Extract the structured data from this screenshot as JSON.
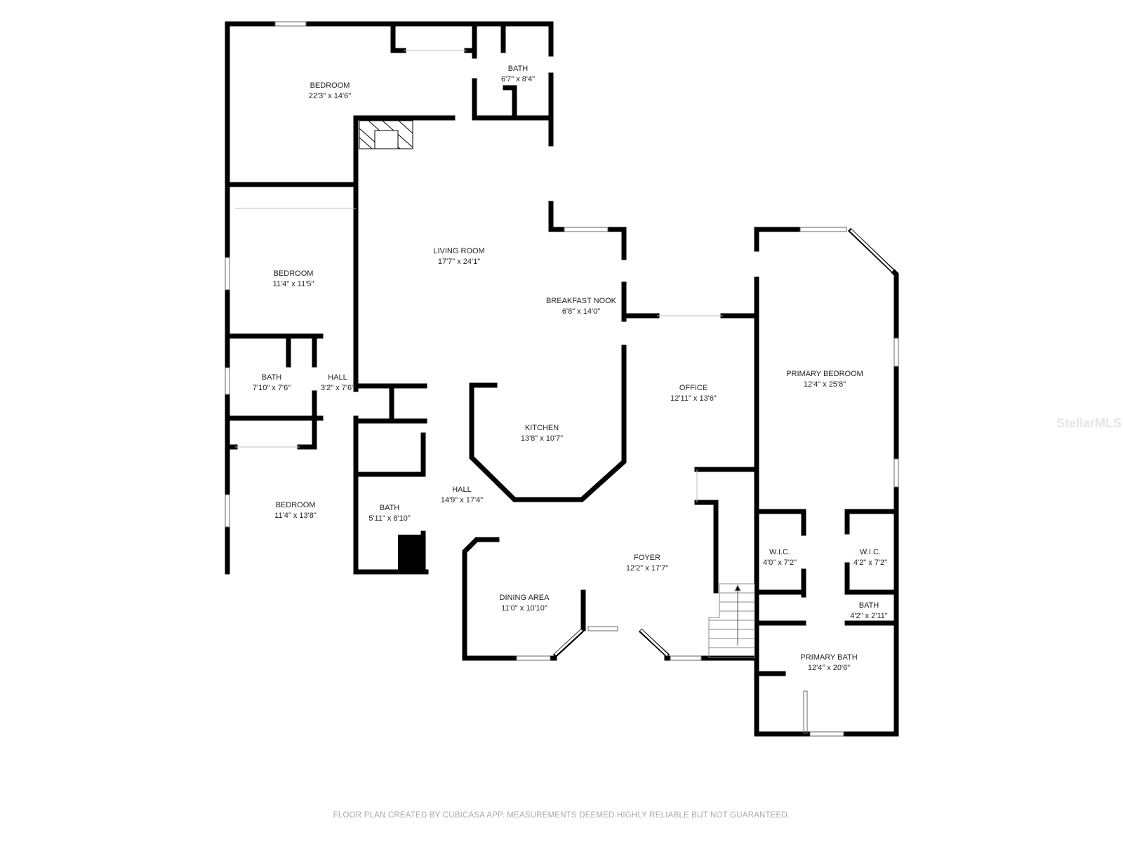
{
  "rooms": [
    {
      "name": "BEDROOM",
      "size": "22'3\" x 14'6\""
    },
    {
      "name": "BATH",
      "size": "6'7\" x 8'4\""
    },
    {
      "name": "LIVING ROOM",
      "size": "17'7\" x 24'1\""
    },
    {
      "name": "BEDROOM",
      "size": "11'4\" x 11'5\""
    },
    {
      "name": "BREAKFAST NOOK",
      "size": "6'8\" x 14'0\""
    },
    {
      "name": "BATH",
      "size": "7'10\" x 7'6\""
    },
    {
      "name": "HALL",
      "size": "3'2\" x 7'6\""
    },
    {
      "name": "OFFICE",
      "size": "12'11\" x 13'6\""
    },
    {
      "name": "PRIMARY BEDROOM",
      "size": "12'4\" x 25'8\""
    },
    {
      "name": "KITCHEN",
      "size": "13'8\" x 10'7\""
    },
    {
      "name": "BEDROOM",
      "size": "11'4\" x 13'8\""
    },
    {
      "name": "HALL",
      "size": "14'9\" x 17'4\""
    },
    {
      "name": "BATH",
      "size": "5'11\" x 8'10\""
    },
    {
      "name": "W.I.C.",
      "size": "4'0\" x 7'2\""
    },
    {
      "name": "W.I.C.",
      "size": "4'2\" x 7'2\""
    },
    {
      "name": "FOYER",
      "size": "12'2\" x 17'7\""
    },
    {
      "name": "DINING AREA",
      "size": "11'0\" x 10'10\""
    },
    {
      "name": "BATH",
      "size": "4'2\" x 2'11\""
    },
    {
      "name": "PRIMARY BATH",
      "size": "12'4\" x 20'6\""
    }
  ],
  "watermark": "StellarMLS",
  "footer": "FLOOR PLAN CREATED BY CUBICASA APP. MEASUREMENTS DEEMED HIGHLY RELIABLE BUT NOT GUARANTEED."
}
